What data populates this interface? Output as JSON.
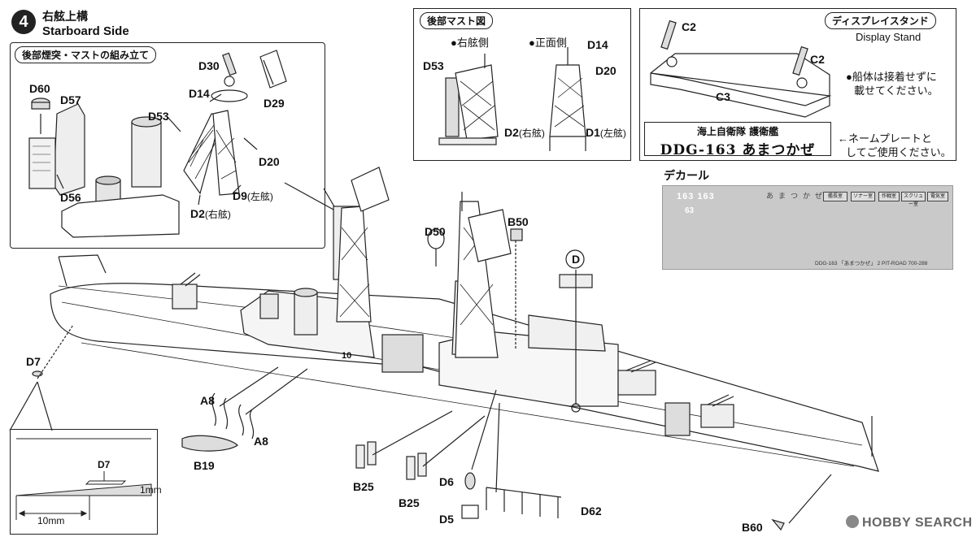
{
  "step": {
    "number": "4",
    "title_jp": "右舷上構",
    "title_en": "Starboard Side"
  },
  "inset_funnel": {
    "title": "後部煙突・マストの組み立て",
    "parts": [
      "D30",
      "D14",
      "D29",
      "D60",
      "D57",
      "D53",
      "D20",
      "D56",
      "D9",
      "(左舷)",
      "D2",
      "(右舷)"
    ]
  },
  "inset_mast": {
    "title": "後部マスト図",
    "starboard_label": "●右舷側",
    "front_label": "●正面側",
    "parts": [
      "D14",
      "D53",
      "D20",
      "D2",
      "(右舷)",
      "D1",
      "(左舷)"
    ]
  },
  "display_stand": {
    "title": "ディスプレイスタンド",
    "title_en": "Display Stand",
    "parts": [
      "C2",
      "C2",
      "C3"
    ],
    "note_line1": "●船体は接着せずに",
    "note_line2": "載せてください。",
    "nameplate_line1": "海上自衛隊 護衛艦",
    "nameplate_line2": "DDG-163 あまつかぜ",
    "nameplate_note_line1": "←ネームプレートと",
    "nameplate_note_line2": "してご使用ください。"
  },
  "decal": {
    "title": "デカール",
    "numbers_top": "163 163",
    "number_small": "63",
    "name": "あまつかぜ",
    "boxes": [
      "艦長室",
      "ソナー室",
      "作戦室",
      "スクリュー室",
      "電気室"
    ],
    "caption": "DDG-163 「あまつかぜ」 2   PIT-ROAD 700-288"
  },
  "main_parts": {
    "D7": "D7",
    "A8_a": "A8",
    "A8_b": "A8",
    "B19": "B19",
    "D50": "D50",
    "B50": "B50",
    "D_circle": "D",
    "B25_a": "B25",
    "B25_b": "B25",
    "D6": "D6",
    "D5": "D5",
    "D62": "D62",
    "B60": "B60",
    "hull_number": "10"
  },
  "detail_inset": {
    "part": "D7",
    "dim_height": "1mm",
    "dim_length": "10mm"
  },
  "watermark": "HOBBY SEARCH"
}
